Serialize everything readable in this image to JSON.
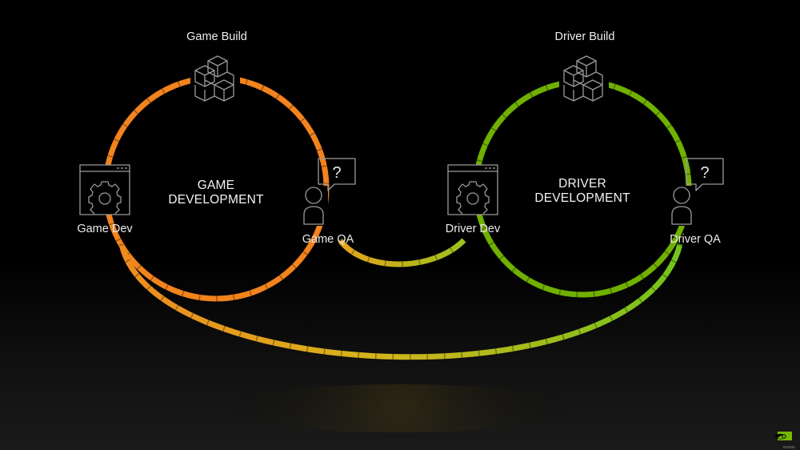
{
  "labels": {
    "game_build": "Game Build",
    "driver_build": "Driver Build",
    "game_dev": "Game Dev",
    "game_qa": "Game QA",
    "driver_dev": "Driver Dev",
    "driver_qa": "Driver QA",
    "game_dev_title_line1": "GAME",
    "game_dev_title_line2": "DEVELOPMENT",
    "driver_dev_title_line1": "DRIVER",
    "driver_dev_title_line2": "DEVELOPMENT",
    "question_mark": "?"
  },
  "icons": {
    "build": "stacked-cubes-icon",
    "dev": "window-gear-icon",
    "qa": "person-question-icon"
  },
  "colors": {
    "game_loop": "#ff8a1f",
    "driver_loop": "#76b900",
    "connector": "#c8b41e",
    "icon_stroke": "#9a9a9a",
    "text": "#ececec"
  },
  "brand": {
    "logo": "nvidia-logo",
    "logo_text": "NVIDIA"
  }
}
